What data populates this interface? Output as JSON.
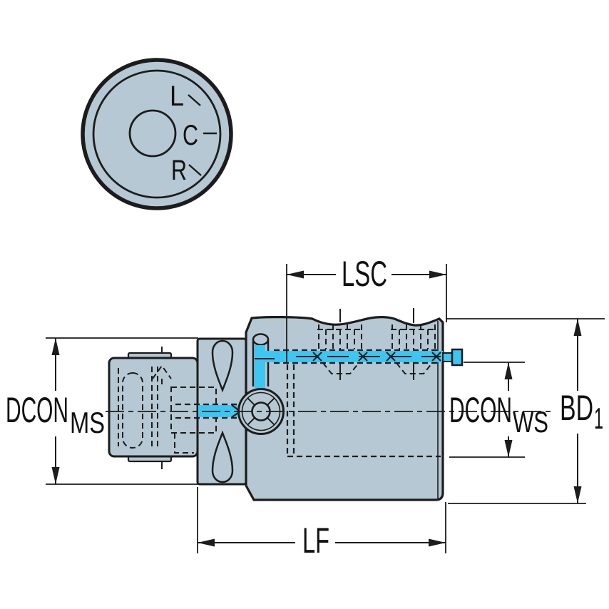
{
  "colors": {
    "body": "#b5c8d3",
    "coolant": "#3cc6f2",
    "line": "#1c1c1c",
    "background": "#ffffff"
  },
  "front_view": {
    "label_l": "L",
    "label_c": "C",
    "label_r": "R"
  },
  "dimensions": {
    "lsc": "LSC",
    "dcon_ms_base": "DCON",
    "dcon_ms_sub": "MS",
    "dcon_ws_base": "DCON",
    "dcon_ws_sub": "WS",
    "bd_base": "BD",
    "bd_sub": "1",
    "lf": "LF"
  }
}
